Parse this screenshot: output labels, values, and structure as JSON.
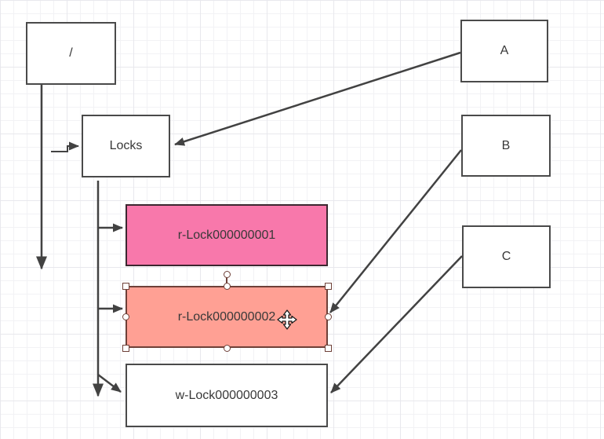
{
  "app": {
    "type": "diagram-canvas"
  },
  "colors": {
    "edge_stroke": "#424242",
    "node_border": "#4a4a4a",
    "pink_fill": "#F878AB",
    "pink_border": "#3c2730",
    "salmon_fill": "#FFA094",
    "salmon_border": "#6e4038",
    "handle_border": "#6e4038",
    "grid_minor": "#f2f2f5",
    "grid_major": "#e8e8ed"
  },
  "nodes": {
    "root": {
      "label": "/"
    },
    "locks": {
      "label": "Locks"
    },
    "rlock1": {
      "label": "r-Lock000000001"
    },
    "rlock2": {
      "label": "r-Lock000000002",
      "selected": true
    },
    "wlock3": {
      "label": "w-Lock000000003"
    },
    "client_a": {
      "label": "A"
    },
    "client_b": {
      "label": "B"
    },
    "client_c": {
      "label": "C"
    }
  },
  "cursor": {
    "type": "move-cursor"
  }
}
